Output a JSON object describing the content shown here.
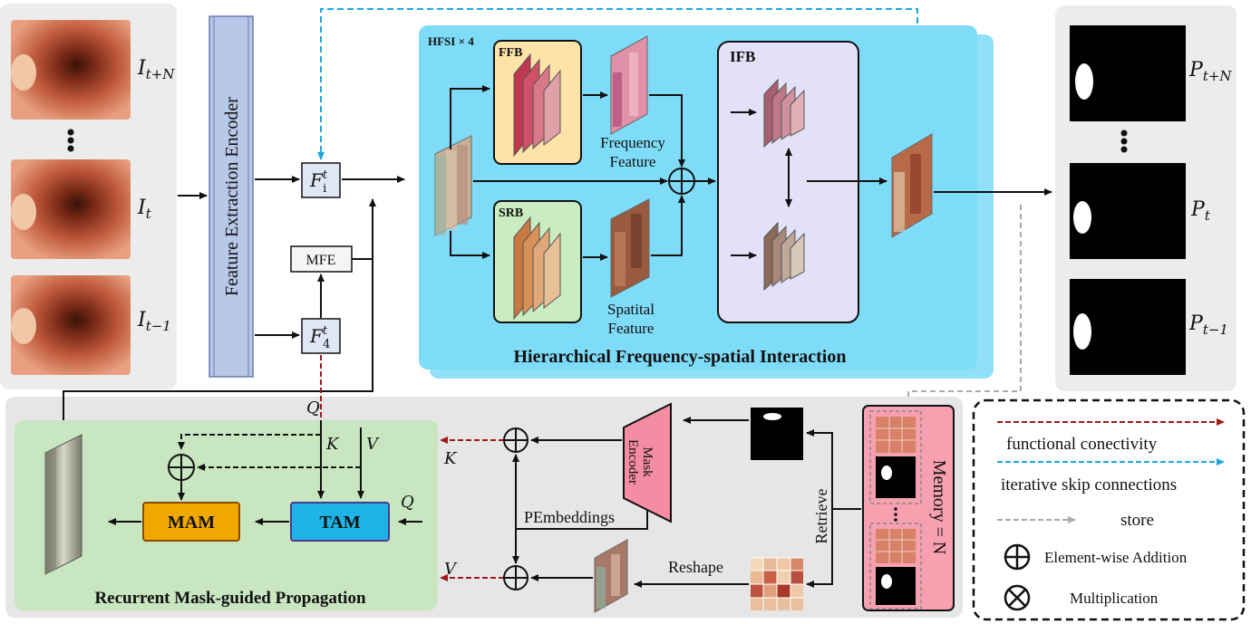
{
  "frames": [
    {
      "label": "I",
      "sub": "t+N"
    },
    {
      "label": "I",
      "sub": "t"
    },
    {
      "label": "I",
      "sub": "t−1"
    }
  ],
  "predictions": [
    {
      "label": "P",
      "sub": "t+N"
    },
    {
      "label": "P",
      "sub": "t"
    },
    {
      "label": "P",
      "sub": "t−1"
    }
  ],
  "encoder": {
    "label": "Feature Extraction Encoder"
  },
  "fi": {
    "base": "F",
    "sup": "t",
    "sub": "i"
  },
  "f4": {
    "base": "F",
    "sup": "t",
    "sub": "4"
  },
  "mfe": {
    "label": "MFE"
  },
  "hfsi": {
    "repeat_label": "HFSI × 4",
    "title": "Hierarchical Frequency-spatial Interaction",
    "ffb_label": "FFB",
    "srb_label": "SRB",
    "ifb_label": "IFB",
    "freq_line1": "Frequency",
    "freq_line2": "Feature",
    "spat_line1": "Spatital",
    "spat_line2": "Feature"
  },
  "propagation": {
    "title": "Recurrent Mask-guided Propagation",
    "mam_label": "MAM",
    "tam_label": "TAM",
    "q_label": "Q",
    "k_label": "K",
    "v_label": "V",
    "q_top_label": "Q",
    "k_out_label": "K",
    "v_out_label": "V"
  },
  "memory": {
    "mask_encoder_line1": "Mask",
    "mask_encoder_line2": "Encoder",
    "pembeddings": "PEmbeddings",
    "reshape": "Reshape",
    "retrieve": "Retrieve",
    "memory_label": "Memory = N"
  },
  "legend": {
    "functional": "functional conectivity",
    "iterative": "iterative skip connections",
    "store": "store",
    "addition": "Element-wise Addition",
    "multiplication": "Multiplication"
  },
  "colors": {
    "functional": "#a01818",
    "iterative": "#1aa8e0",
    "store": "#aaaaaa",
    "hfsi_bg": "#7fdcf8",
    "ffb_bg": "#fde3a7",
    "srb_bg": "#c9edc0",
    "ifb_bg": "#e3e1f7",
    "prop_bg": "#c8e6c0",
    "mam": "#f0a800",
    "tam": "#1eb4e8",
    "memory_bg": "#f7a0b0",
    "mask_encoder": "#f48ca4",
    "encoder": "#b8c8e8"
  }
}
